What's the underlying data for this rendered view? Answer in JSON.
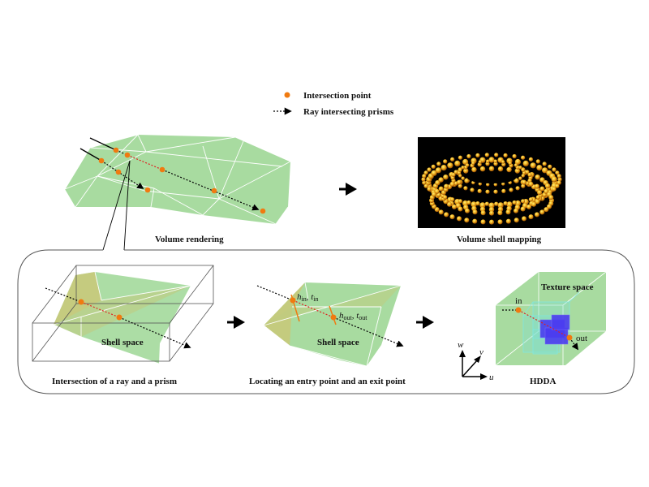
{
  "legend": {
    "items": [
      {
        "icon": "orange-dot-icon",
        "label": "Intersection point"
      },
      {
        "icon": "dotted-arrow-icon",
        "label": "Ray intersecting prisms"
      }
    ]
  },
  "top": {
    "volume_rendering_caption": "Volume rendering",
    "volume_shell_mapping_caption": "Volume shell mapping"
  },
  "panel": {
    "step1": {
      "caption": "Intersection of a ray and a prism",
      "inner_label": "Shell space"
    },
    "step2": {
      "caption": "Locating an entry point and an exit point",
      "inner_label": "Shell space",
      "entry_label": {
        "h": "h",
        "h_sub": "in",
        "t": "t",
        "t_sub": "in"
      },
      "exit_label": {
        "h": "h",
        "h_sub": "out",
        "t": "t",
        "t_sub": "out"
      }
    },
    "step3": {
      "caption": "HDDA",
      "inner_label": "Texture space",
      "in_label": "in",
      "out_label": "out",
      "axes": {
        "w": "w",
        "v": "v",
        "u": "u"
      }
    }
  },
  "colors": {
    "shell_green": "#a8dba0",
    "shell_yellow": "#c9c878",
    "intersection_orange": "#f07a10",
    "ray_segment_red": "#e02020",
    "texture_cyan": "#7fe0d0",
    "voxel_blue": "#4a3cf0",
    "torus_background": "#000000"
  }
}
